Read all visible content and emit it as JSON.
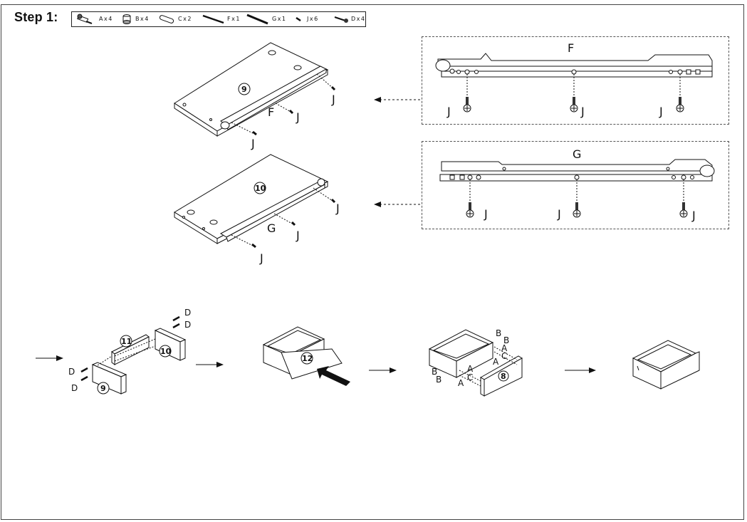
{
  "step": {
    "title": "Step 1:"
  },
  "parts": [
    {
      "icon": "cam-bolt-icon",
      "label": "Ax4"
    },
    {
      "icon": "cam-lock-icon",
      "label": "Bx4"
    },
    {
      "icon": "wood-dowel-icon",
      "label": "Cx2"
    },
    {
      "icon": "rail-f-icon",
      "label": "Fx1"
    },
    {
      "icon": "rail-g-icon",
      "label": "Gx1"
    },
    {
      "icon": "short-screw-icon",
      "label": "Jx6"
    },
    {
      "icon": "long-screw-icon",
      "label": "Dx4"
    }
  ],
  "detail_f": {
    "rail": "F",
    "screw": "J"
  },
  "detail_g": {
    "rail": "G",
    "screw": "J"
  },
  "panels": {
    "side_left": "9",
    "side_right": "10",
    "back": "11",
    "bottom": "12",
    "front": "8"
  },
  "hardware": {
    "a": "A",
    "b": "B",
    "c": "C",
    "d": "D",
    "j": "J",
    "f": "F",
    "g": "G"
  }
}
